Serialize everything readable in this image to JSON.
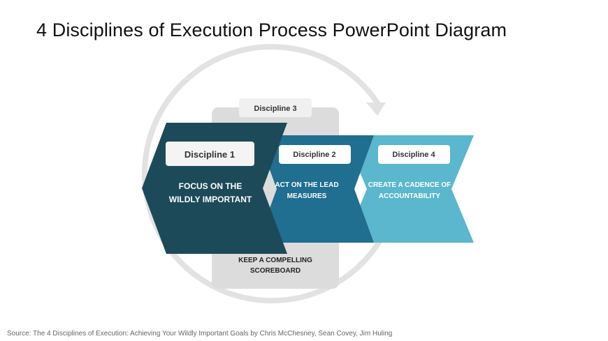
{
  "title": "4 Disciplines of Execution Process PowerPoint Diagram",
  "colors": {
    "d1": "#1d4a58",
    "d2": "#206e90",
    "d4": "#5ab7cd",
    "d3_panel": "#dcdcdc",
    "cycle": "#e2e2e2"
  },
  "disciplines": [
    {
      "label": "Discipline 1",
      "text_line1": "FOCUS ON THE",
      "text_line2": "WILDLY IMPORTANT"
    },
    {
      "label": "Discipline 2",
      "text_line1": "ACT ON THE LEAD",
      "text_line2": "MEASURES"
    },
    {
      "label": "Discipline 3",
      "text_line1": "KEEP A COMPELLING",
      "text_line2": "SCOREBOARD"
    },
    {
      "label": "Discipline 4",
      "text_line1": "CREATE A CADENCE OF",
      "text_line2": "ACCOUNTABILITY"
    }
  ],
  "source": "Source: The 4 Disciplines of Execution: Achieving Your Wildly Important Goals by Chris McChesney, Sean Covey, Jim Huling"
}
